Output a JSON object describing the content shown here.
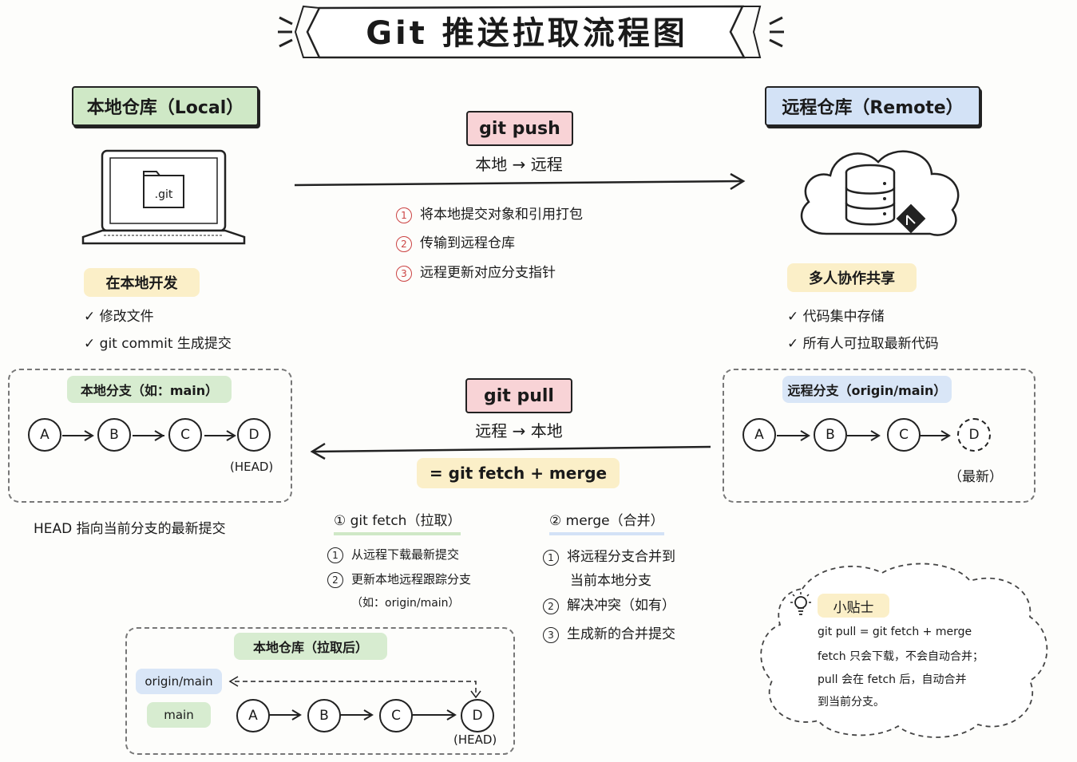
{
  "title": "Git 推送拉取流程图",
  "local": {
    "heading": "本地仓库（Local）",
    "folder_label": ".git",
    "section_title": "在本地开发",
    "checks": [
      "✓ 修改文件",
      "✓ git commit 生成提交"
    ],
    "branch_label": "本地分支（如：main）",
    "nodes": [
      "A",
      "B",
      "C",
      "D"
    ],
    "head_label": "(HEAD)",
    "head_note": "HEAD 指向当前分支的最新提交"
  },
  "remote": {
    "heading": "远程仓库（Remote）",
    "section_title": "多人协作共享",
    "checks": [
      "✓ 代码集中存储",
      "✓ 所有人可拉取最新代码"
    ],
    "branch_label": "远程分支（origin/main）",
    "nodes": [
      "A",
      "B",
      "C",
      "D"
    ],
    "latest_label": "（最新）"
  },
  "push": {
    "command": "git push",
    "direction": "本地 → 远程",
    "steps": [
      "将本地提交对象和引用打包",
      "传输到远程仓库",
      "远程更新对应分支指针"
    ],
    "step_numbers": [
      "1",
      "2",
      "3"
    ]
  },
  "pull": {
    "command": "git pull",
    "direction": "远程 → 本地",
    "equation": "= git fetch + merge",
    "fetch_title": "① git fetch（拉取）",
    "fetch_steps": [
      "从远程下载最新提交",
      "更新本地远程跟踪分支",
      "（如：origin/main）"
    ],
    "merge_title": "② merge（合并）",
    "merge_steps": [
      "将远程分支合并到",
      "当前本地分支",
      "解决冲突（如有）",
      "生成新的合并提交"
    ],
    "step_numbers": [
      "1",
      "2",
      "3"
    ]
  },
  "after": {
    "heading": "本地仓库（拉取后）",
    "origin_label": "origin/main",
    "main_label": "main",
    "nodes": [
      "A",
      "B",
      "C",
      "D"
    ],
    "head_label": "(HEAD)"
  },
  "tip": {
    "title": "小贴士",
    "lines": [
      "git pull = git fetch + merge",
      "fetch 只会下载，不会自动合并；",
      "pull 会在 fetch 后，自动合并",
      "到当前分支。"
    ]
  },
  "colors": {
    "green": "#cfe8c6",
    "blue": "#d3e2f6",
    "pink": "#f8d3d6",
    "yellow": "#fbefc8",
    "red_num": "#cc4444"
  }
}
